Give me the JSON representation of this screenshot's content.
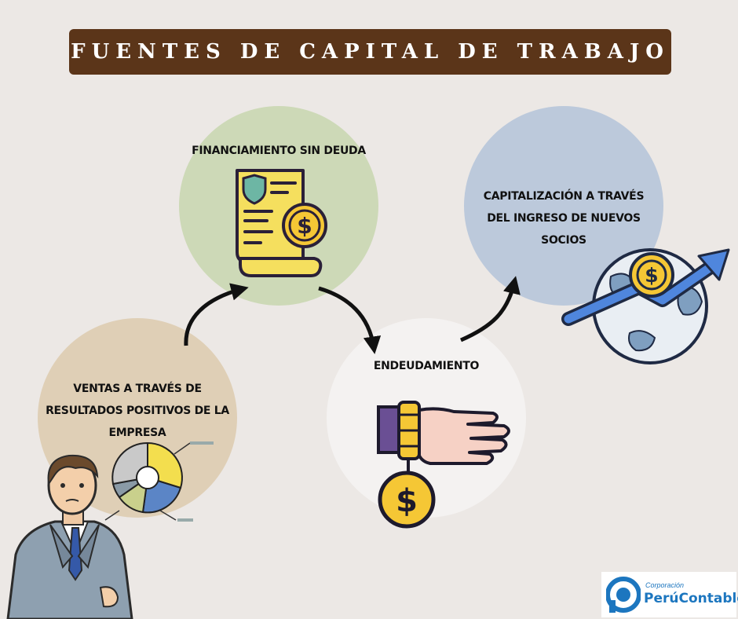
{
  "title": "FUENTES DE CAPITAL DE TRABAJO",
  "nodes": {
    "financiamiento": "FINANCIAMIENTO SIN DEUDA",
    "capitalizacion": "CAPITALIZACIÓN A TRAVÉS DEL INGRESO DE NUEVOS SOCIOS",
    "ventas": "VENTAS A TRAVÉS DE RESULTADOS POSITIVOS DE LA EMPRESA",
    "endeudamiento": "ENDEUDAMIENTO"
  },
  "logo": {
    "small": "Corporación",
    "name": "PerúContable"
  },
  "icons": {
    "document": "contract-dollar-icon",
    "globe": "globe-growth-icon",
    "pie": "pie-chart-icon",
    "hand": "hand-dollar-icon",
    "person": "businessman-icon"
  },
  "colors": {
    "title_bg": "#5b3519",
    "green": "#cdd9b7",
    "blue": "#bcc9db",
    "tan": "#dfcfb6",
    "white": "#f4f2f1",
    "yellow": "#f3d54e",
    "accent_blue": "#3f7fd6"
  }
}
